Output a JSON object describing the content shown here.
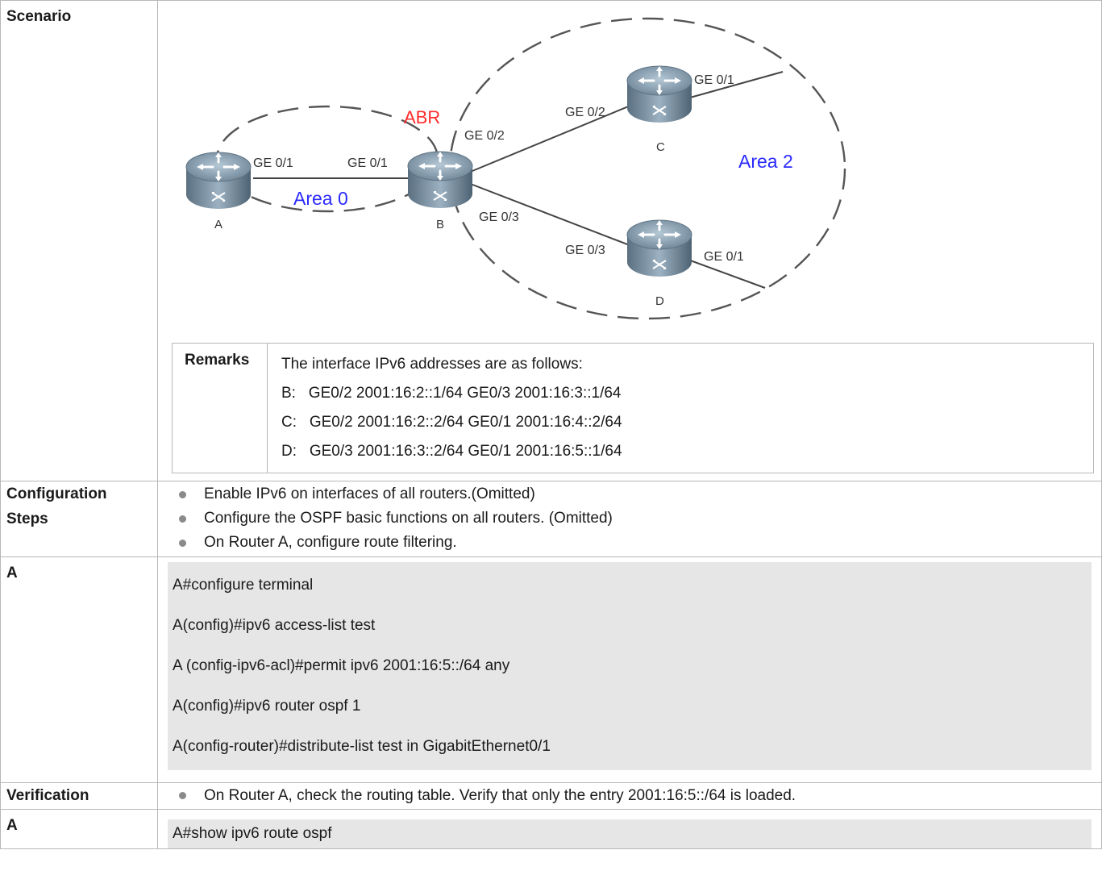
{
  "rows": {
    "scenario_label": "Scenario",
    "config_label_1": "Configuration",
    "config_label_2": "Steps",
    "a1_label": "A",
    "verification_label": "Verification",
    "a2_label": "A"
  },
  "diagram": {
    "abr_label": "ABR",
    "area0_label": "Area 0",
    "area2_label": "Area 2",
    "router_names": {
      "a": "A",
      "b": "B",
      "c": "C",
      "d": "D"
    },
    "ports": {
      "a_ge01": "GE 0/1",
      "b_ge01": "GE 0/1",
      "b_ge02": "GE 0/2",
      "b_ge03": "GE 0/3",
      "c_ge02": "GE 0/2",
      "c_ge01": "GE 0/1",
      "d_ge03": "GE 0/3",
      "d_ge01": "GE 0/1"
    }
  },
  "remarks": {
    "label": "Remarks",
    "lines": [
      "The interface IPv6 addresses are as follows:",
      "B:   GE0/2 2001:16:2::1/64 GE0/3 2001:16:3::1/64",
      "C:   GE0/2 2001:16:2::2/64 GE0/1 2001:16:4::2/64",
      "D:   GE0/3 2001:16:3::2/64 GE0/1 2001:16:5::1/64"
    ]
  },
  "config_steps": [
    "Enable IPv6 on interfaces of all routers.(Omitted)",
    "Configure the OSPF basic functions on all routers. (Omitted)",
    "On Router A, configure route filtering."
  ],
  "a_commands": [
    "A#configure terminal",
    "A(config)#ipv6 access-list test",
    "A (config-ipv6-acl)#permit ipv6 2001:16:5::/64 any",
    "A(config)#ipv6 router ospf 1",
    "A(config-router)#distribute-list test in GigabitEthernet0/1"
  ],
  "verification": [
    "On Router A, check the routing table. Verify that only the entry 2001:16:5::/64 is loaded."
  ],
  "a_verify_command": "A#show ipv6 route ospf",
  "colors": {
    "abr": "#ff2b2b",
    "area": "#2a2aff",
    "code_bg": "#e6e6e6",
    "border": "#b7b7b7"
  }
}
